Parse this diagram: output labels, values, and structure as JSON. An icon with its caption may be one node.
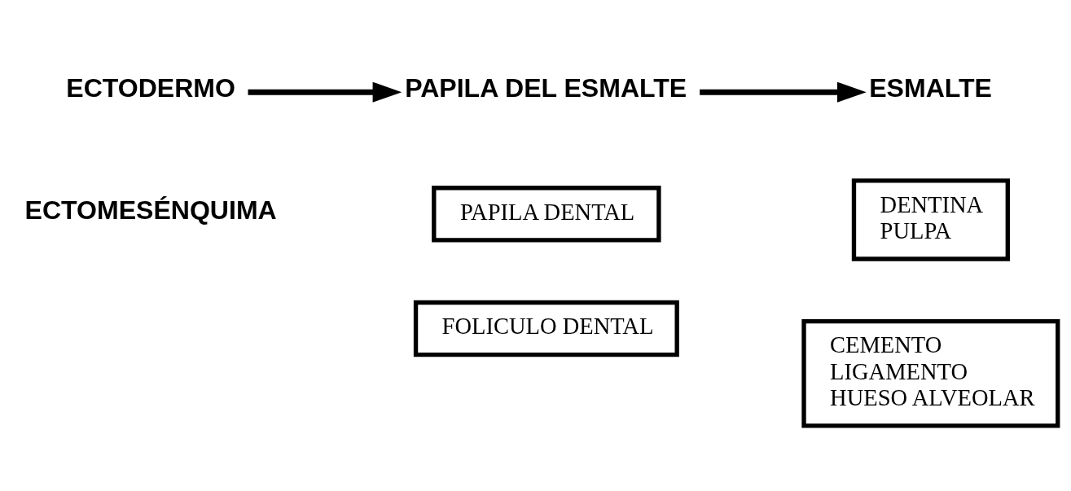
{
  "diagram": {
    "nodes": [
      {
        "text": [
          "ECTODERMO"
        ]
      },
      {
        "text": [
          "PAPILA DEL ESMALTE"
        ]
      },
      {
        "text": [
          "ESMALTE"
        ]
      },
      {
        "text": [
          "ECTOMESÉNQUIMA"
        ]
      },
      {
        "text": [
          "PAPILA DENTAL"
        ]
      },
      {
        "text": [
          "DENTINA",
          "PULPA"
        ]
      },
      {
        "text": [
          "FOLICULO DENTAL"
        ]
      },
      {
        "text": [
          "CEMENTO",
          "LIGAMENTO",
          "HUESO ALVEOLAR"
        ]
      }
    ],
    "edges": [
      {
        "from": 0,
        "to": 1,
        "arrow": "to"
      },
      {
        "from": 1,
        "to": 2,
        "arrow": "to"
      }
    ]
  }
}
